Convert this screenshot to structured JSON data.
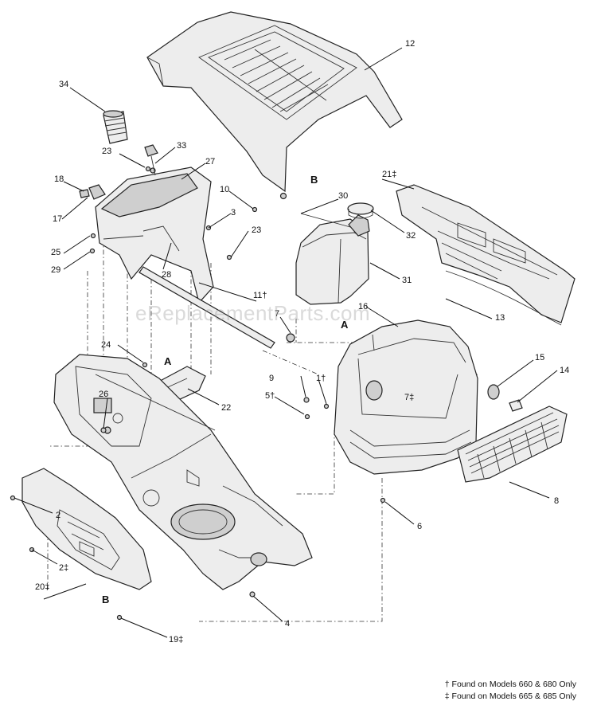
{
  "callouts": {
    "c12": "12",
    "c34": "34",
    "c33": "33",
    "c23a": "23",
    "c27": "27",
    "c18": "18",
    "c17": "17",
    "c10": "10",
    "c3": "3",
    "c23b": "23",
    "c25": "25",
    "c29": "29",
    "c28": "28",
    "c30": "30",
    "c32": "32",
    "c31": "31",
    "c21": "21‡",
    "c11": "11†",
    "c7a": "7",
    "c16": "16",
    "c13": "13",
    "c24": "24",
    "c9": "9",
    "c1": "1†",
    "c7b": "7‡",
    "c5": "5†",
    "c15": "15",
    "c14": "14",
    "c26": "26",
    "c22": "22",
    "c2a": "2",
    "c2b": "2‡",
    "c8": "8",
    "c6": "6",
    "c20": "20‡",
    "c4": "4",
    "c19": "19‡"
  },
  "letters": {
    "B1": "B",
    "A1": "A",
    "A2": "A",
    "B2": "B"
  },
  "watermark": "eReplacementParts.com",
  "footnotes": {
    "dagger": "† Found on Models 660 & 680 Only",
    "double_dagger": "‡ Found on Models 665 & 685 Only"
  }
}
